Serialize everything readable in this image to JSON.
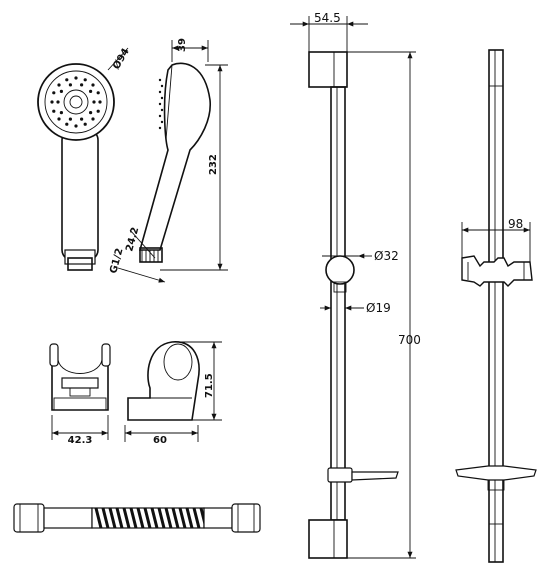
{
  "dimensions": {
    "head_diameter": "Ø94",
    "head_depth": "39",
    "handle_length": "232",
    "thread_size": "G1/2",
    "neck_width": "24.2",
    "holder_width": "42.3",
    "holder_height": "71.5",
    "holder_depth": "60",
    "bar_offset": "54.5",
    "slider_diameter": "Ø32",
    "bar_diameter": "Ø19",
    "bar_length": "700",
    "slider_width": "98"
  },
  "colors": {
    "line": "#111111",
    "background": "#ffffff"
  }
}
